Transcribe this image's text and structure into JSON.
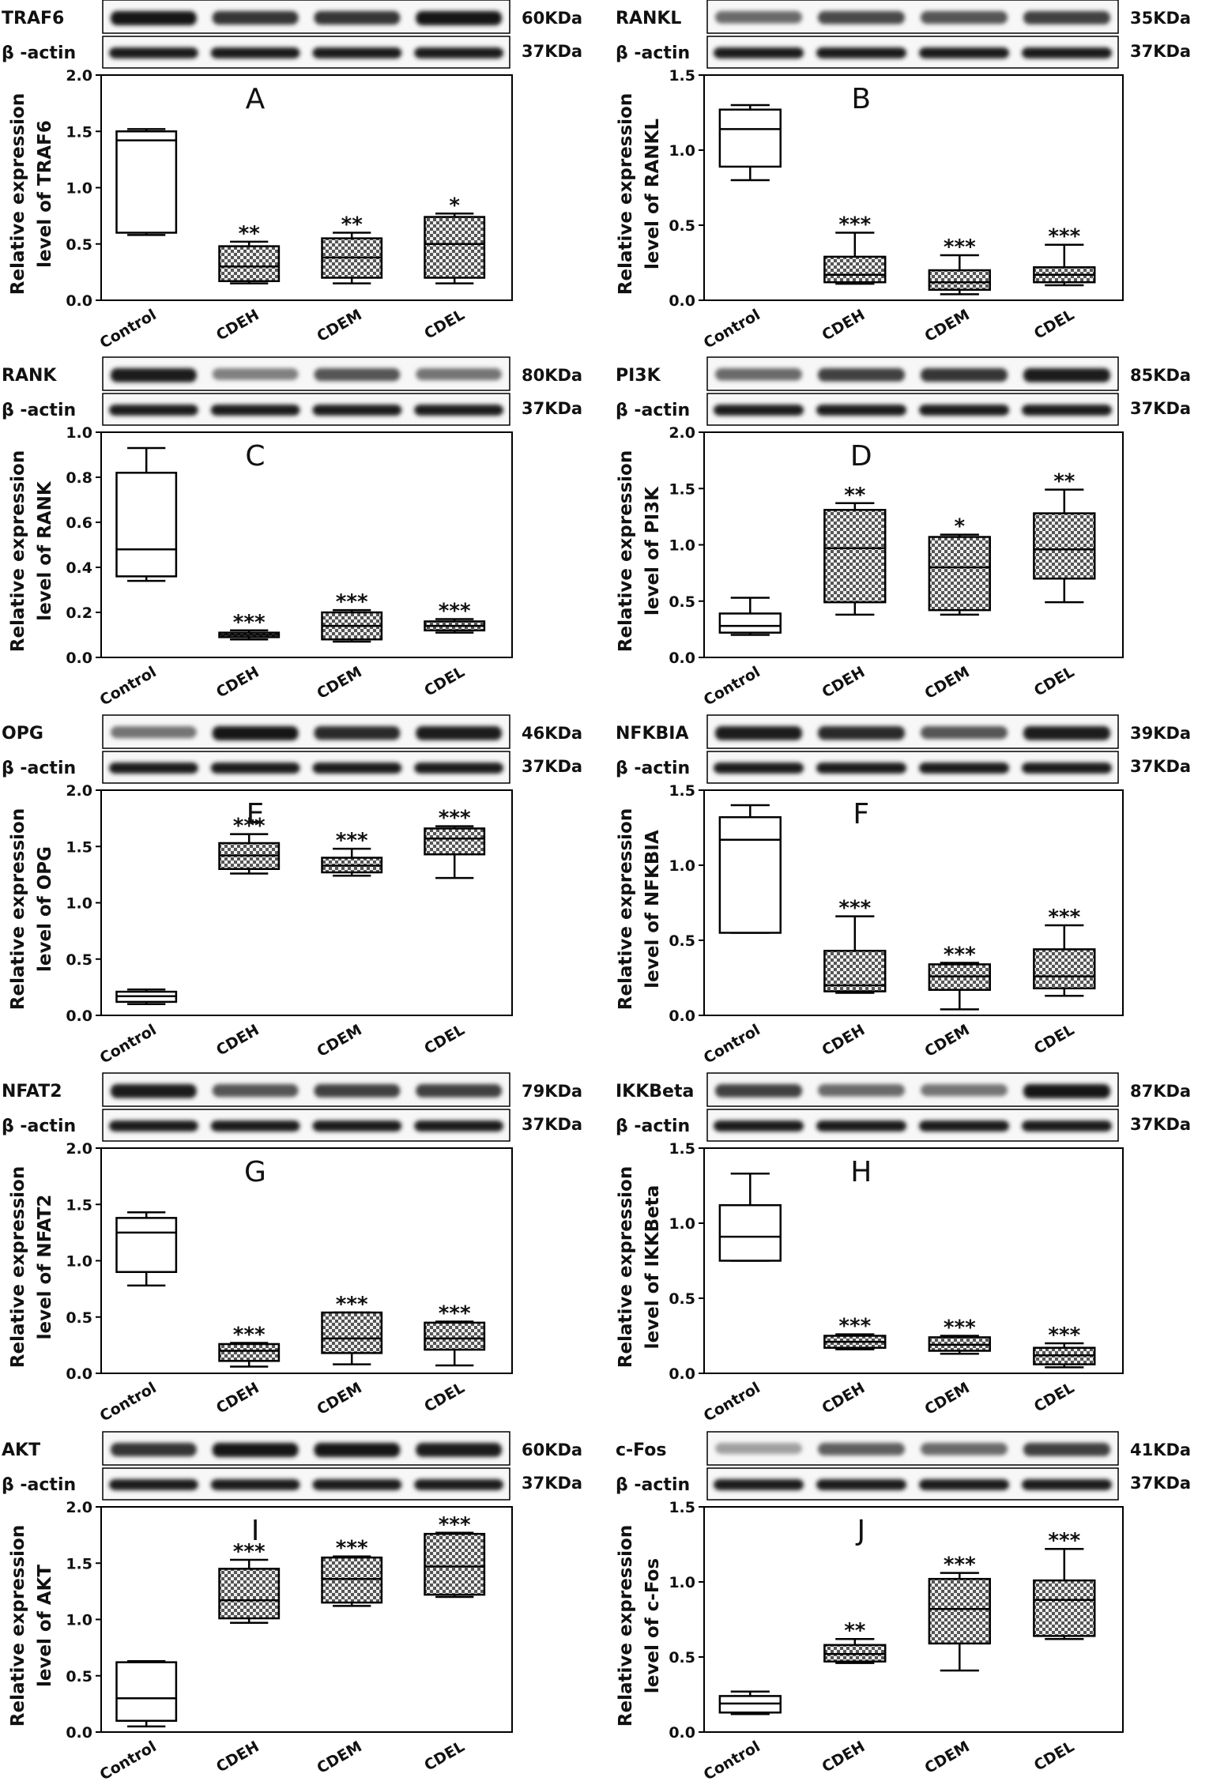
{
  "figure": {
    "groups": [
      "Control",
      "CDEH",
      "CDEM",
      "CDEL"
    ],
    "actin_label": "β -actin",
    "actin_kda": "37KDa",
    "ylabel_line1": "Relative expression"
  },
  "chart_data": [
    {
      "type": "boxplot",
      "panel": "A",
      "blot_label": "TRAF6",
      "blot_kda": "60KDa",
      "ylabel": [
        "Relative expression",
        "level of TRAF6"
      ],
      "ylim": [
        0,
        2.0
      ],
      "yticks": [
        "0.0",
        "0.5",
        "1.0",
        "1.5",
        "2.0"
      ],
      "categories": [
        "Control",
        "CDEH",
        "CDEM",
        "CDEL"
      ],
      "boxes": [
        {
          "min": 0.58,
          "q1": 0.6,
          "median": 1.42,
          "q3": 1.5,
          "max": 1.52,
          "sig": ""
        },
        {
          "min": 0.15,
          "q1": 0.17,
          "median": 0.3,
          "q3": 0.48,
          "max": 0.52,
          "sig": "**"
        },
        {
          "min": 0.15,
          "q1": 0.2,
          "median": 0.38,
          "q3": 0.55,
          "max": 0.6,
          "sig": "**"
        },
        {
          "min": 0.15,
          "q1": 0.2,
          "median": 0.5,
          "q3": 0.74,
          "max": 0.77,
          "sig": "*"
        }
      ]
    },
    {
      "type": "boxplot",
      "panel": "B",
      "blot_label": "RANKL",
      "blot_kda": "35KDa",
      "ylabel": [
        "Relative expression",
        "level of RANKL"
      ],
      "ylim": [
        0,
        1.5
      ],
      "yticks": [
        "0.0",
        "0.5",
        "1.0",
        "1.5"
      ],
      "categories": [
        "Control",
        "CDEH",
        "CDEM",
        "CDEL"
      ],
      "boxes": [
        {
          "min": 0.8,
          "q1": 0.89,
          "median": 1.14,
          "q3": 1.27,
          "max": 1.3,
          "sig": ""
        },
        {
          "min": 0.11,
          "q1": 0.12,
          "median": 0.17,
          "q3": 0.29,
          "max": 0.45,
          "sig": "***"
        },
        {
          "min": 0.04,
          "q1": 0.07,
          "median": 0.12,
          "q3": 0.2,
          "max": 0.3,
          "sig": "***"
        },
        {
          "min": 0.1,
          "q1": 0.12,
          "median": 0.17,
          "q3": 0.22,
          "max": 0.37,
          "sig": "***"
        }
      ]
    },
    {
      "type": "boxplot",
      "panel": "C",
      "blot_label": "RANK",
      "blot_kda": "80KDa",
      "ylabel": [
        "Relative expression",
        "level of RANK"
      ],
      "ylim": [
        0,
        1.0
      ],
      "yticks": [
        "0.0",
        "0.2",
        "0.4",
        "0.6",
        "0.8",
        "1.0"
      ],
      "categories": [
        "Control",
        "CDEH",
        "CDEM",
        "CDEL"
      ],
      "boxes": [
        {
          "min": 0.34,
          "q1": 0.36,
          "median": 0.48,
          "q3": 0.82,
          "max": 0.93,
          "sig": ""
        },
        {
          "min": 0.08,
          "q1": 0.09,
          "median": 0.1,
          "q3": 0.11,
          "max": 0.12,
          "sig": "***"
        },
        {
          "min": 0.07,
          "q1": 0.08,
          "median": 0.14,
          "q3": 0.2,
          "max": 0.21,
          "sig": "***"
        },
        {
          "min": 0.11,
          "q1": 0.12,
          "median": 0.14,
          "q3": 0.16,
          "max": 0.17,
          "sig": "***"
        }
      ]
    },
    {
      "type": "boxplot",
      "panel": "D",
      "blot_label": "PI3K",
      "blot_kda": "85KDa",
      "ylabel": [
        "Relative expression",
        "level of PI3K"
      ],
      "ylim": [
        0,
        2.0
      ],
      "yticks": [
        "0.0",
        "0.5",
        "1.0",
        "1.5",
        "2.0"
      ],
      "categories": [
        "Control",
        "CDEH",
        "CDEM",
        "CDEL"
      ],
      "boxes": [
        {
          "min": 0.2,
          "q1": 0.22,
          "median": 0.28,
          "q3": 0.39,
          "max": 0.53,
          "sig": ""
        },
        {
          "min": 0.38,
          "q1": 0.49,
          "median": 0.97,
          "q3": 1.31,
          "max": 1.37,
          "sig": "**"
        },
        {
          "min": 0.38,
          "q1": 0.42,
          "median": 0.8,
          "q3": 1.07,
          "max": 1.09,
          "sig": "*"
        },
        {
          "min": 0.49,
          "q1": 0.7,
          "median": 0.96,
          "q3": 1.28,
          "max": 1.49,
          "sig": "**"
        }
      ]
    },
    {
      "type": "boxplot",
      "panel": "E",
      "blot_label": "OPG",
      "blot_kda": "46KDa",
      "ylabel": [
        "Relative expression",
        "level of OPG"
      ],
      "ylim": [
        0,
        2.0
      ],
      "yticks": [
        "0.0",
        "0.5",
        "1.0",
        "1.5",
        "2.0"
      ],
      "categories": [
        "Control",
        "CDEH",
        "CDEM",
        "CDEL"
      ],
      "boxes": [
        {
          "min": 0.1,
          "q1": 0.12,
          "median": 0.17,
          "q3": 0.21,
          "max": 0.23,
          "sig": ""
        },
        {
          "min": 1.26,
          "q1": 1.3,
          "median": 1.42,
          "q3": 1.53,
          "max": 1.61,
          "sig": "***"
        },
        {
          "min": 1.24,
          "q1": 1.27,
          "median": 1.33,
          "q3": 1.4,
          "max": 1.48,
          "sig": "***"
        },
        {
          "min": 1.22,
          "q1": 1.43,
          "median": 1.57,
          "q3": 1.66,
          "max": 1.68,
          "sig": "***"
        }
      ]
    },
    {
      "type": "boxplot",
      "panel": "F",
      "blot_label": "NFKBIA",
      "blot_kda": "39KDa",
      "ylabel": [
        "Relative expression",
        "level of NFKBIA"
      ],
      "ylim": [
        0,
        1.5
      ],
      "yticks": [
        "0.0",
        "0.5",
        "1.0",
        "1.5"
      ],
      "categories": [
        "Control",
        "CDEH",
        "CDEM",
        "CDEL"
      ],
      "boxes": [
        {
          "min": 0.55,
          "q1": 0.55,
          "median": 1.17,
          "q3": 1.32,
          "max": 1.4,
          "sig": ""
        },
        {
          "min": 0.15,
          "q1": 0.16,
          "median": 0.2,
          "q3": 0.43,
          "max": 0.66,
          "sig": "***"
        },
        {
          "min": 0.04,
          "q1": 0.17,
          "median": 0.26,
          "q3": 0.34,
          "max": 0.35,
          "sig": "***"
        },
        {
          "min": 0.13,
          "q1": 0.18,
          "median": 0.26,
          "q3": 0.44,
          "max": 0.6,
          "sig": "***"
        }
      ]
    },
    {
      "type": "boxplot",
      "panel": "G",
      "blot_label": "NFAT2",
      "blot_kda": "79KDa",
      "ylabel": [
        "Relative expression",
        "level of NFAT2"
      ],
      "ylim": [
        0,
        2.0
      ],
      "yticks": [
        "0.0",
        "0.5",
        "1.0",
        "1.5",
        "2.0"
      ],
      "categories": [
        "Control",
        "CDEH",
        "CDEM",
        "CDEL"
      ],
      "boxes": [
        {
          "min": 0.78,
          "q1": 0.9,
          "median": 1.25,
          "q3": 1.38,
          "max": 1.43,
          "sig": ""
        },
        {
          "min": 0.06,
          "q1": 0.11,
          "median": 0.2,
          "q3": 0.26,
          "max": 0.27,
          "sig": "***"
        },
        {
          "min": 0.08,
          "q1": 0.18,
          "median": 0.31,
          "q3": 0.54,
          "max": 0.54,
          "sig": "***"
        },
        {
          "min": 0.07,
          "q1": 0.21,
          "median": 0.31,
          "q3": 0.45,
          "max": 0.46,
          "sig": "***"
        }
      ]
    },
    {
      "type": "boxplot",
      "panel": "H",
      "blot_label": "IKKBeta",
      "blot_kda": "87KDa",
      "ylabel": [
        "Relative expression",
        "level of IKKBeta"
      ],
      "ylim": [
        0,
        1.5
      ],
      "yticks": [
        "0.0",
        "0.5",
        "1.0",
        "1.5"
      ],
      "categories": [
        "Control",
        "CDEH",
        "CDEM",
        "CDEL"
      ],
      "boxes": [
        {
          "min": 0.75,
          "q1": 0.75,
          "median": 0.91,
          "q3": 1.12,
          "max": 1.33,
          "sig": ""
        },
        {
          "min": 0.16,
          "q1": 0.17,
          "median": 0.21,
          "q3": 0.25,
          "max": 0.26,
          "sig": "***"
        },
        {
          "min": 0.13,
          "q1": 0.15,
          "median": 0.19,
          "q3": 0.24,
          "max": 0.25,
          "sig": "***"
        },
        {
          "min": 0.04,
          "q1": 0.06,
          "median": 0.12,
          "q3": 0.17,
          "max": 0.2,
          "sig": "***"
        }
      ]
    },
    {
      "type": "boxplot",
      "panel": "I",
      "blot_label": "AKT",
      "blot_kda": "60KDa",
      "ylabel": [
        "Relative expression",
        "level of AKT"
      ],
      "ylim": [
        0,
        2.0
      ],
      "yticks": [
        "0.0",
        "0.5",
        "1.0",
        "1.5",
        "2.0"
      ],
      "categories": [
        "Control",
        "CDEH",
        "CDEM",
        "CDEL"
      ],
      "boxes": [
        {
          "min": 0.05,
          "q1": 0.1,
          "median": 0.3,
          "q3": 0.62,
          "max": 0.63,
          "sig": ""
        },
        {
          "min": 0.97,
          "q1": 1.01,
          "median": 1.17,
          "q3": 1.45,
          "max": 1.53,
          "sig": "***"
        },
        {
          "min": 1.12,
          "q1": 1.15,
          "median": 1.36,
          "q3": 1.55,
          "max": 1.56,
          "sig": "***"
        },
        {
          "min": 1.2,
          "q1": 1.22,
          "median": 1.47,
          "q3": 1.76,
          "max": 1.77,
          "sig": "***"
        }
      ]
    },
    {
      "type": "boxplot",
      "panel": "J",
      "blot_label": "c-Fos",
      "blot_kda": "41KDa",
      "ylabel": [
        "Relative expression",
        "level of c-Fos"
      ],
      "ylim": [
        0,
        1.5
      ],
      "yticks": [
        "0.0",
        "0.5",
        "1.0",
        "1.5"
      ],
      "categories": [
        "Control",
        "CDEH",
        "CDEM",
        "CDEL"
      ],
      "boxes": [
        {
          "min": 0.12,
          "q1": 0.13,
          "median": 0.19,
          "q3": 0.24,
          "max": 0.27,
          "sig": ""
        },
        {
          "min": 0.46,
          "q1": 0.47,
          "median": 0.52,
          "q3": 0.58,
          "max": 0.62,
          "sig": "**"
        },
        {
          "min": 0.41,
          "q1": 0.59,
          "median": 0.82,
          "q3": 1.02,
          "max": 1.06,
          "sig": "***"
        },
        {
          "min": 0.62,
          "q1": 0.64,
          "median": 0.88,
          "q3": 1.01,
          "max": 1.22,
          "sig": "***"
        }
      ]
    }
  ]
}
